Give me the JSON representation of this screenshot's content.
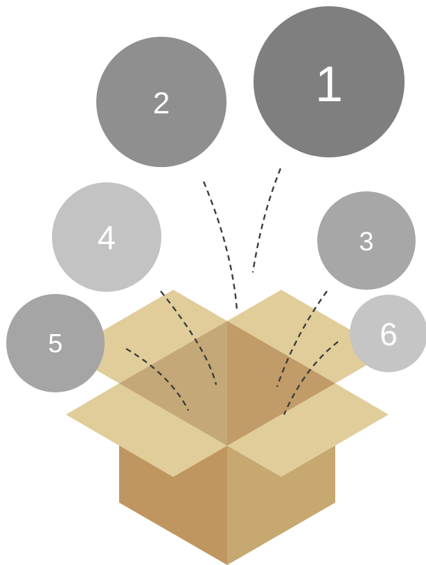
{
  "colors": {
    "background": "#ffffff",
    "box_flap_light": "#e0cd9a",
    "box_front_left": "#c09660",
    "box_front_right": "#c6a870",
    "box_interior_left": "#c4a878",
    "box_interior_right": "#c19b68",
    "dash_line": "#3d3d3d",
    "number_text": "#ffffff"
  },
  "circles": [
    {
      "label": "1",
      "color": "#7f7f7f"
    },
    {
      "label": "2",
      "color": "#8f8f8f"
    },
    {
      "label": "3",
      "color": "#a7a7a7"
    },
    {
      "label": "4",
      "color": "#c3c3c3"
    },
    {
      "label": "5",
      "color": "#a5a5a5"
    },
    {
      "label": "6",
      "color": "#c5c5c5"
    }
  ]
}
